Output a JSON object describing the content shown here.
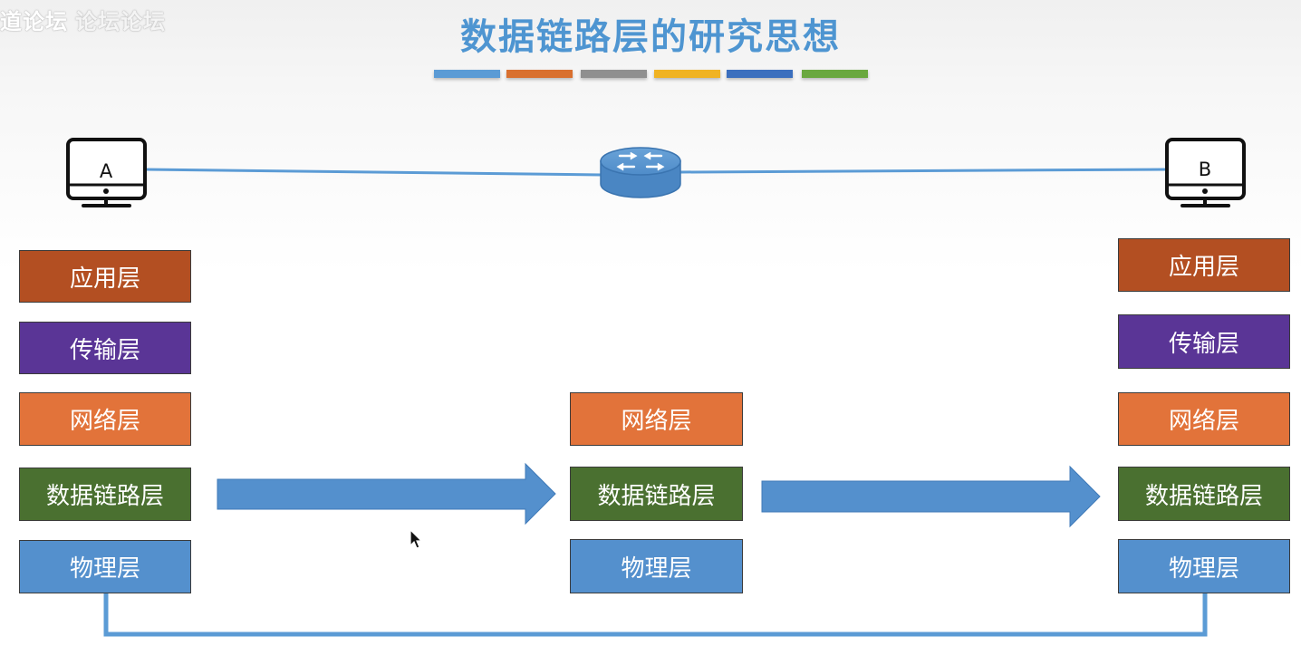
{
  "watermark": {
    "left_text": "道论坛",
    "right_text": "论坛论坛"
  },
  "title": "数据链路层的研究思想",
  "title_color": "#4e95d1",
  "underline_colors": [
    "#5b9bd5",
    "#d9702f",
    "#8f8f8f",
    "#f0b323",
    "#3b6fbe",
    "#6aa83f"
  ],
  "hosts": {
    "a_label": "A",
    "b_label": "B"
  },
  "layer_colors": {
    "application": "#b34f22",
    "transport": "#5a3596",
    "network": "#e2733a",
    "datalink": "#4a7030",
    "physical": "#5490cd"
  },
  "stack_a": {
    "application": "应用层",
    "transport": "传输层",
    "network": "网络层",
    "datalink": "数据链路层",
    "physical": "物理层"
  },
  "stack_router": {
    "network": "网络层",
    "datalink": "数据链路层",
    "physical": "物理层"
  },
  "stack_b": {
    "application": "应用层",
    "transport": "传输层",
    "network": "网络层",
    "datalink": "数据链路层",
    "physical": "物理层"
  },
  "link_color": "#5b9bd5",
  "arrow_color": "#5490cd"
}
